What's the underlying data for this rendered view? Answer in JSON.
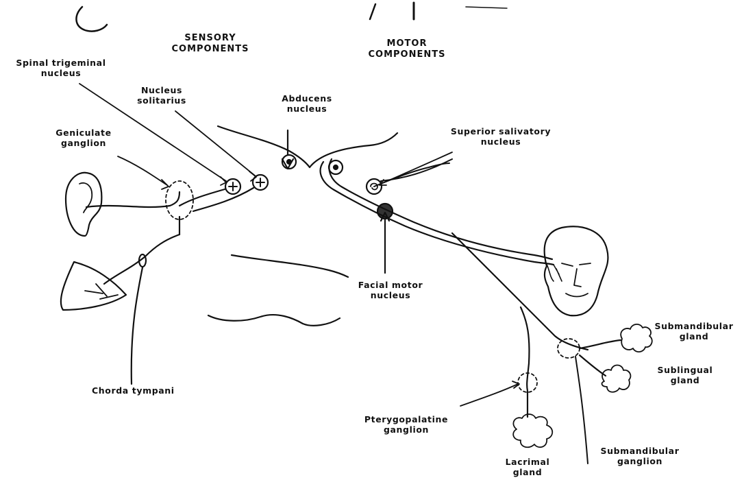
{
  "headers": {
    "sensory": [
      "SENSORY",
      "COMPONENTS"
    ],
    "motor": [
      "MOTOR",
      "COMPONENTS"
    ]
  },
  "labels": {
    "spinal_trigeminal": [
      "Spinal trigeminal",
      "nucleus"
    ],
    "nucleus_solitarius": [
      "Nucleus",
      "solitarius"
    ],
    "geniculate_ganglion": [
      "Geniculate",
      "ganglion"
    ],
    "abducens_nucleus": [
      "Abducens",
      "nucleus"
    ],
    "superior_salivatory": [
      "Superior salivatory",
      "nucleus"
    ],
    "facial_motor": [
      "Facial motor",
      "nucleus"
    ],
    "chorda_tympani": "Chorda tympani",
    "submandibular_gland": [
      "Submandibular",
      "gland"
    ],
    "sublingual_gland": [
      "Sublingual",
      "gland"
    ],
    "pterygopalatine_ganglion": [
      "Pterygopalatine",
      "ganglion"
    ],
    "lacrimal_gland": [
      "Lacrimal",
      "gland"
    ],
    "submandibular_ganglion": [
      "Submandibular",
      "ganglion"
    ]
  },
  "icons": [
    "ear-icon",
    "tongue-icon",
    "head-icon"
  ],
  "colors": {
    "ink": "#111111",
    "background": "#ffffff"
  }
}
